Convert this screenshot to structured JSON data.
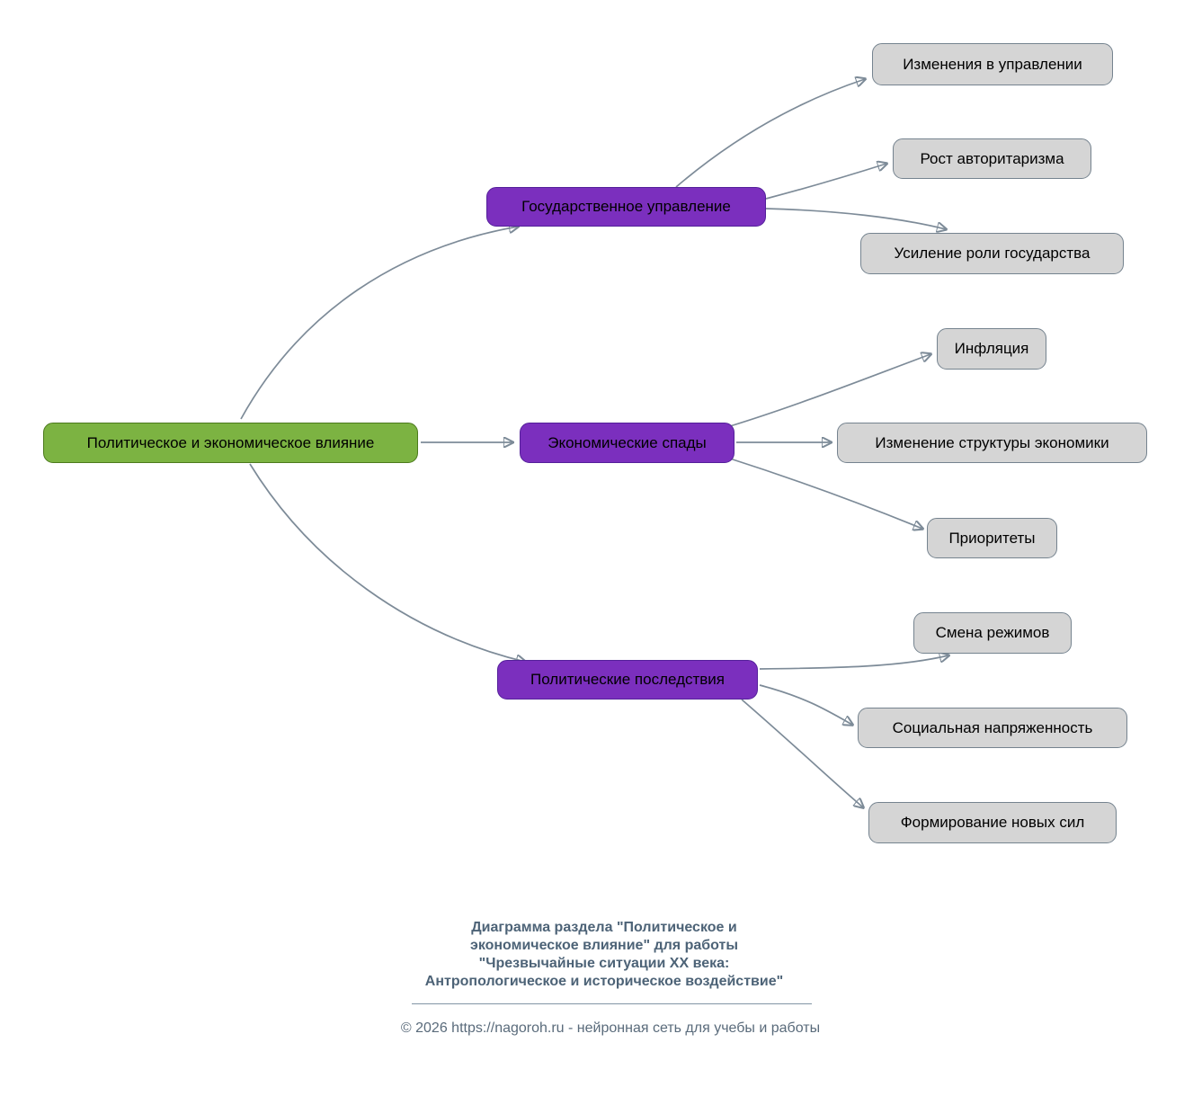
{
  "diagram": {
    "root": {
      "label": "Политическое и экономическое влияние"
    },
    "branches": [
      {
        "label": "Государственное управление",
        "children": [
          {
            "label": "Изменения в управлении"
          },
          {
            "label": "Рост авторитаризма"
          },
          {
            "label": "Усиление роли государства"
          }
        ]
      },
      {
        "label": "Экономические спады",
        "children": [
          {
            "label": "Инфляция"
          },
          {
            "label": "Изменение структуры экономики"
          },
          {
            "label": "Приоритеты"
          }
        ]
      },
      {
        "label": "Политические последствия",
        "children": [
          {
            "label": "Смена режимов"
          },
          {
            "label": "Социальная напряженность"
          },
          {
            "label": "Формирование новых сил"
          }
        ]
      }
    ],
    "colors": {
      "root_fill": "#7cb342",
      "root_border": "#4c7a1d",
      "branch_fill": "#7b2fbe",
      "branch_border": "#54209a",
      "leaf_fill": "#d5d5d5",
      "leaf_border": "#75838f",
      "arrow": "#7d8b98"
    }
  },
  "footer": {
    "title": "Диаграмма раздела \"Политическое и\nэкономическое влияние\" для работы\n\"Чрезвычайные ситуации XX века:\nАнтропологическое и историческое воздействие\"",
    "copyright": "© 2026 https://nagoroh.ru - нейронная сеть для учебы и работы"
  }
}
